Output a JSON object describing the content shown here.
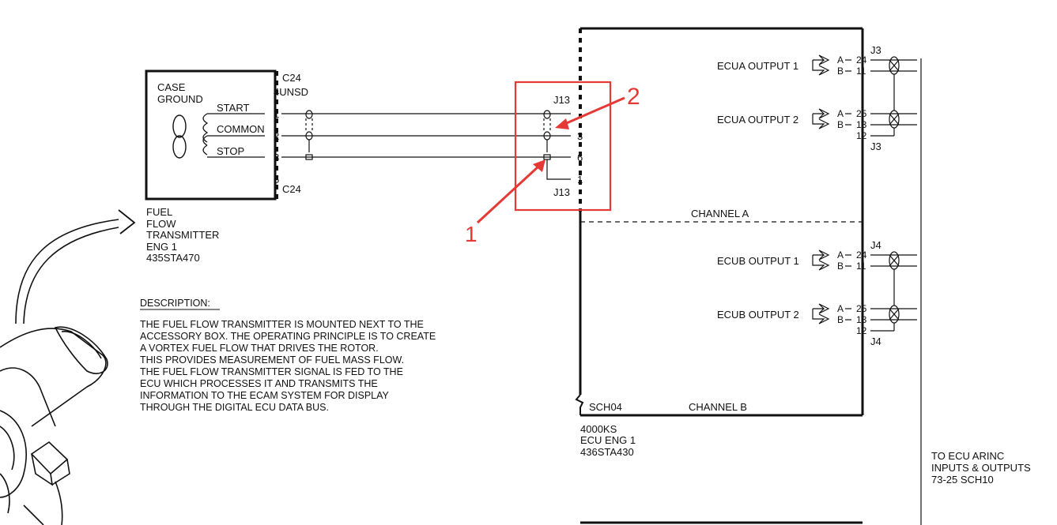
{
  "transmitter": {
    "case_ground_1": "CASE",
    "case_ground_2": "GROUND",
    "start": "START",
    "common": "COMMON",
    "stop": "STOP",
    "connector_top": "C24",
    "connector_bottom": "C24",
    "pin4_unsd": "4UNSD",
    "pins": [
      "1",
      "2",
      "3",
      "5"
    ],
    "name_lines": [
      "FUEL",
      "FLOW",
      "TRANSMITTER",
      "ENG 1",
      "435STA470"
    ]
  },
  "j13": {
    "label_top": "J13",
    "label_bottom": "J13",
    "pins": [
      "3",
      "6",
      "1"
    ]
  },
  "ecu": {
    "ecua_output_1": "ECUA OUTPUT 1",
    "ecua_output_2": "ECUA OUTPUT 2",
    "ecub_output_1": "ECUB OUTPUT 1",
    "ecub_output_2": "ECUB OUTPUT 2",
    "j3_top": "J3",
    "j3_bottom": "J3",
    "j4_top": "J4",
    "j4_bottom": "J4",
    "channel_a": "CHANNEL A",
    "channel_b": "CHANNEL B",
    "sch": "SCH04",
    "name_lines": [
      "4000KS",
      "ECU ENG 1",
      "436STA430"
    ],
    "pin_a": "A",
    "pin_b": "B",
    "pin_24": "24",
    "pin_11": "11",
    "pin_25": "25",
    "pin_13": "13",
    "pin_12": "12"
  },
  "arinc_note": [
    "TO ECU ARINC",
    "INPUTS & OUTPUTS",
    "73-25 SCH10"
  ],
  "description": {
    "heading": "DESCRIPTION:",
    "lines": [
      "THE FUEL FLOW TRANSMITTER IS MOUNTED NEXT TO THE",
      "ACCESSORY BOX. THE OPERATING PRINCIPLE IS TO CREATE",
      "A VORTEX FUEL FLOW THAT DRIVES THE ROTOR.",
      "THIS PROVIDES MEASUREMENT OF FUEL MASS FLOW.",
      "THE FUEL FLOW TRANSMITTER SIGNAL IS FED TO THE",
      "ECU WHICH PROCESSES IT AND TRANSMITS THE",
      "INFORMATION TO THE ECAM SYSTEM FOR DISPLAY",
      "THROUGH THE DIGITAL ECU DATA BUS."
    ]
  },
  "annotations": {
    "marker_1": "1",
    "marker_2": "2",
    "color": "#e53935"
  }
}
